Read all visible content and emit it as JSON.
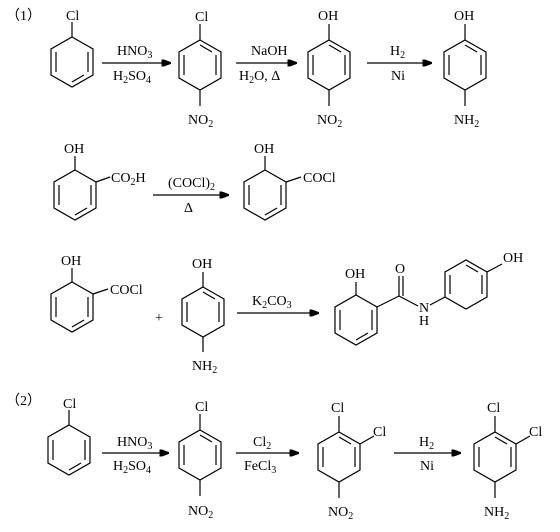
{
  "part_labels": {
    "part1": "（1）",
    "part2": "（2）"
  },
  "substituents": {
    "cl": "Cl",
    "oh": "OH",
    "no2": "NO2",
    "nh2": "NH2",
    "co2h": "CO2H",
    "cocl": "COCl",
    "o": "O",
    "nh": "N",
    "h": "H",
    "plus": "+"
  },
  "reagents": {
    "nitration_top": "HNO3",
    "nitration_bottom": "H2SO4",
    "hydrolysis_top": "NaOH",
    "hydrolysis_bottom": "H2O, Δ",
    "reduction_top": "H2",
    "reduction_bottom": "Ni",
    "acyl_top": "(COCl)2",
    "acyl_bottom": "Δ",
    "coupling_top": "K2CO3",
    "chlorination_top": "Cl2",
    "chlorination_bottom": "FeCl3"
  }
}
